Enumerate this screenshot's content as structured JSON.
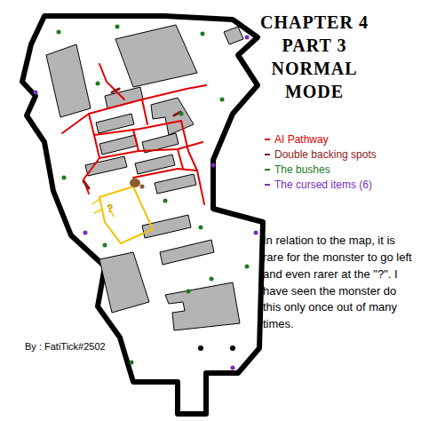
{
  "diagram": {
    "title": "CHAPTER 4 PART 3 NORMAL MODE",
    "labels": [
      "?",
      "In relation to the map, it is rare for the monster to go left and even rarer at the \"?\". I have seen the monster do this only once out of many times.",
      "By : FatiTick#2502"
    ],
    "legend": [
      {
        "text": "AI Pathway",
        "color": "#e00000"
      },
      {
        "text": "Double backing spots",
        "color": "#8b1a1a"
      },
      {
        "text": "The bushes",
        "color": "#1f7a1f"
      },
      {
        "text": "The cursed items (6)",
        "color": "#7a2fbf"
      }
    ]
  }
}
